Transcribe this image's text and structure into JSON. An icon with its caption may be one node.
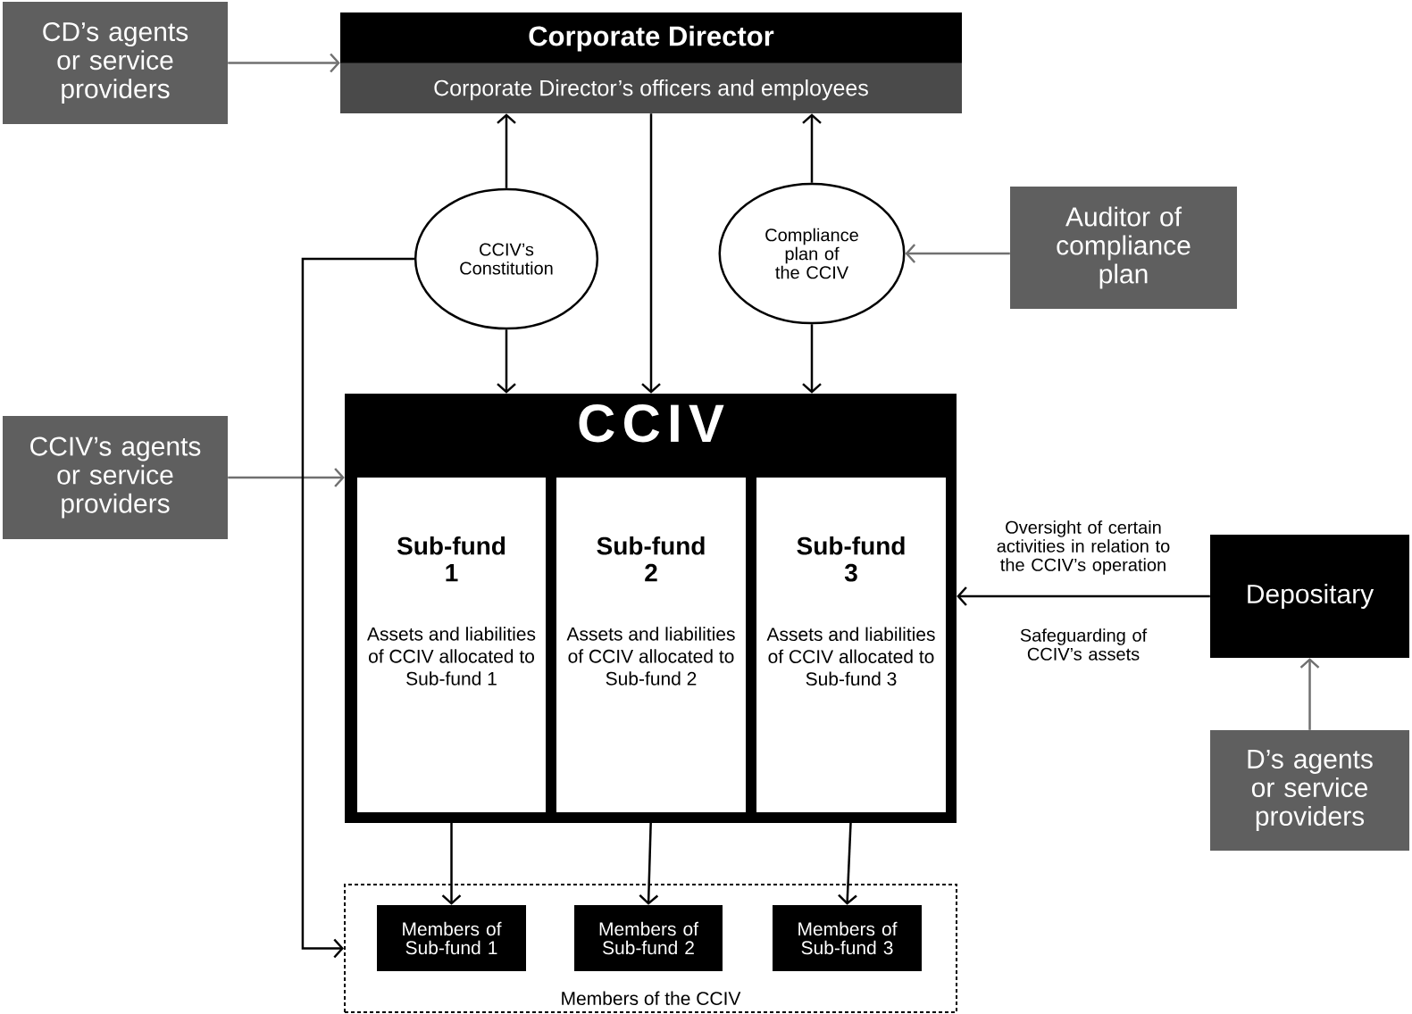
{
  "diagram": {
    "nodes": [
      {
        "text": [
          "CD’s agents or service providers"
        ]
      },
      {
        "text": [
          "Corporate Director",
          "Corporate Director’s officers and employees"
        ]
      },
      {
        "text": [
          "CCIV’s Constitution"
        ]
      },
      {
        "text": [
          "Compliance plan of the CCIV"
        ]
      },
      {
        "text": [
          "Auditor of compliance plan"
        ]
      },
      {
        "text": [
          "CCIV’s agents or service providers"
        ]
      },
      {
        "text": [
          "CCIV"
        ]
      },
      {
        "text": [
          "Sub-fund 1",
          "Assets and liabilities of CCIV allocated to Sub-fund 1"
        ],
        "in": 6
      },
      {
        "text": [
          "Sub-fund 2",
          "Assets and liabilities of CCIV allocated to Sub-fund 2"
        ],
        "in": 6
      },
      {
        "text": [
          "Sub-fund 3",
          "Assets and liabilities of CCIV allocated to Sub-fund 3"
        ],
        "in": 6
      },
      {
        "text": [
          "Depositary"
        ]
      },
      {
        "text": [
          "D’s agents or service providers"
        ]
      },
      {
        "text": [
          "Members of the CCIV"
        ]
      },
      {
        "text": [
          "Members of Sub-fund 1"
        ],
        "in": 12
      },
      {
        "text": [
          "Members of Sub-fund 2"
        ],
        "in": 12
      },
      {
        "text": [
          "Members of Sub-fund 3"
        ],
        "in": 12
      }
    ],
    "edges": [
      {
        "from": 0,
        "to": 1,
        "arrow": "to",
        "color": "#707070"
      },
      {
        "from": 2,
        "to": 1,
        "arrow": "to"
      },
      {
        "from": 2,
        "to": 6,
        "arrow": "to"
      },
      {
        "from": 1,
        "to": 6,
        "arrow": "to"
      },
      {
        "from": 3,
        "to": 1,
        "arrow": "to"
      },
      {
        "from": 3,
        "to": 6,
        "arrow": "to"
      },
      {
        "from": 4,
        "to": 3,
        "arrow": "to",
        "color": "#707070"
      },
      {
        "from": 5,
        "to": 6,
        "arrow": "to",
        "color": "#707070"
      },
      {
        "from": 10,
        "to": 6,
        "arrow": "to",
        "label": "Oversight of certain activities in relation to the CCIV’s operation"
      },
      {
        "from": 11,
        "to": 10,
        "arrow": "to",
        "color": "#707070"
      },
      {
        "from": 7,
        "to": 13,
        "arrow": "to"
      },
      {
        "from": 8,
        "to": 14,
        "arrow": "to"
      },
      {
        "from": 9,
        "to": 15,
        "arrow": "to"
      },
      {
        "from": 2,
        "to": 12,
        "arrow": "to"
      }
    ],
    "labels": [
      "Safeguarding of CCIV’s assets"
    ]
  }
}
